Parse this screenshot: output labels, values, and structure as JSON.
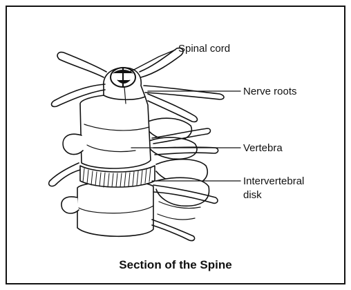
{
  "diagram": {
    "caption": "Section of the Spine",
    "labels": {
      "spinal_cord": "Spinal cord",
      "nerve_roots": "Nerve roots",
      "vertebra": "Vertebra",
      "intervertebral_line1": "Intervertebral",
      "intervertebral_line2": "disk"
    }
  }
}
